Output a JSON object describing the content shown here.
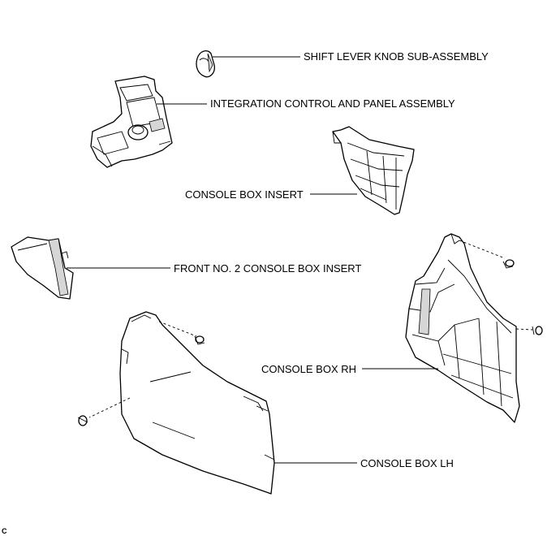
{
  "labels": {
    "shift_knob": "SHIFT LEVER KNOB SUB-ASSEMBLY",
    "integration_panel": "INTEGRATION CONTROL AND PANEL ASSEMBLY",
    "console_insert": "CONSOLE BOX INSERT",
    "front_no2_insert": "FRONT NO. 2 CONSOLE BOX INSERT",
    "console_rh": "CONSOLE BOX RH",
    "console_lh": "CONSOLE BOX LH"
  },
  "figure_code": "C"
}
